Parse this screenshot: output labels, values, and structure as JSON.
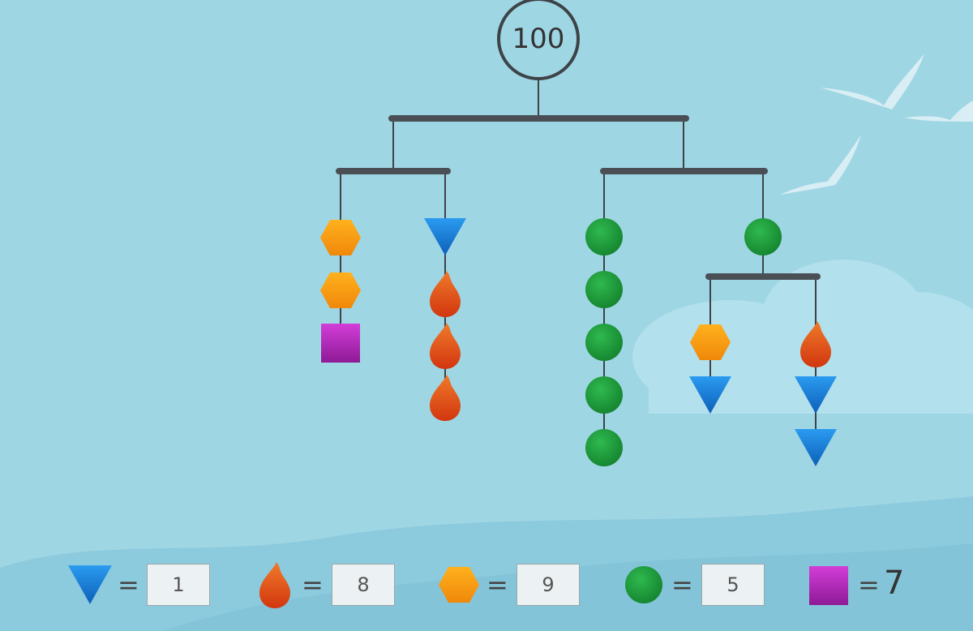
{
  "mobile": {
    "total": "100"
  },
  "legend": [
    {
      "shape": "triangle",
      "color": "#1a7fd6",
      "value": "1",
      "kind": "input"
    },
    {
      "shape": "drop",
      "color": "#e04d17",
      "value": "8",
      "kind": "input"
    },
    {
      "shape": "hexagon",
      "color": "#f29a0c",
      "value": "9",
      "kind": "input"
    },
    {
      "shape": "circle",
      "color": "#1c9a3a",
      "value": "5",
      "kind": "input"
    },
    {
      "shape": "square",
      "color": "#b228b4",
      "value": "7",
      "kind": "given"
    }
  ],
  "equals": "=",
  "colors": {
    "background": "#9fd6e4",
    "bar": "#4a4f55",
    "string": "#3d4347"
  }
}
